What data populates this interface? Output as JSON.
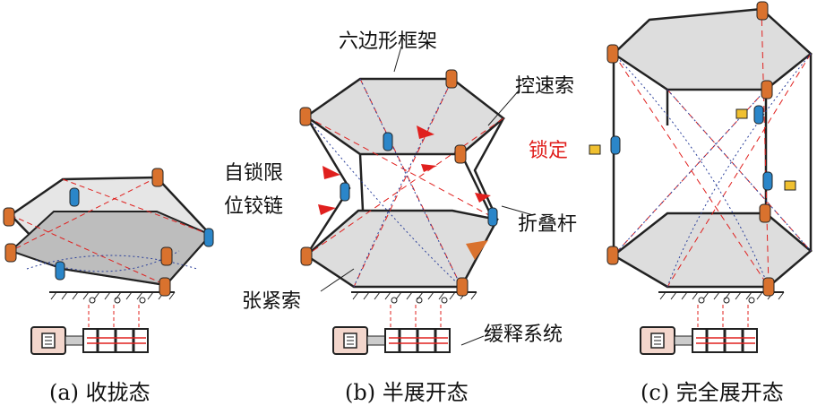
{
  "labels": {
    "hex_frame": "六边形框架",
    "speed_cable": "控速索",
    "lock": "锁定",
    "hinge_line1": "自锁限",
    "hinge_line2": "位铰链",
    "fold_rod": "折叠杆",
    "tension_cable": "张紧索",
    "release_system": "缓释系统"
  },
  "captions": {
    "a": "(a) 收拢态",
    "b": "(b) 半展开态",
    "c": "(c) 完全展开态"
  },
  "colors": {
    "frame": "#222222",
    "red_cable": "#e0201e",
    "blue_cable": "#2a3f9a",
    "hinge_orange": "#d9722e",
    "hinge_blue": "#2b86c9",
    "panel_fill": "#d9d9d9"
  }
}
